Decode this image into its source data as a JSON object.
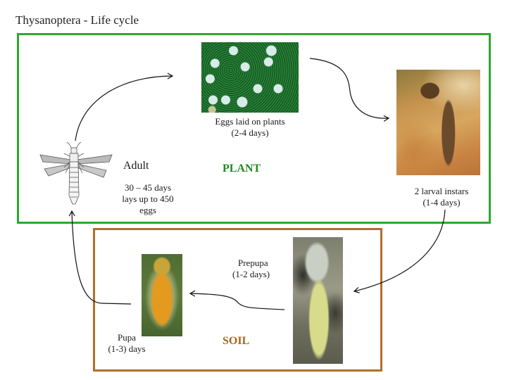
{
  "title": "Thysanoptera - Life cycle",
  "zones": {
    "plant": {
      "label": "PLANT",
      "color": "#1f8a1f",
      "border_color": "#2ea82e"
    },
    "soil": {
      "label": "SOIL",
      "color": "#a8681f",
      "border_color": "#b06f28"
    }
  },
  "stages": {
    "eggs": {
      "line1": "Eggs laid on plants",
      "line2": "(2-4 days)",
      "image": "thrips-eggs-on-leaf-photo"
    },
    "larva": {
      "line1": "2 larval instars",
      "line2": "(1-4 days)",
      "image": "thrips-larva-photo"
    },
    "prepupa": {
      "line1": "Prepupa",
      "line2": "(1-2 days)",
      "image": "thrips-prepupa-photo"
    },
    "pupa": {
      "line1": "Pupa",
      "line2": "(1-3) days",
      "image": "thrips-pupa-photo"
    },
    "adult": {
      "name": "Adult",
      "line1": "30 – 45 days",
      "line2": "lays up to 450",
      "line3": "eggs",
      "image": "thrips-adult-drawing"
    }
  },
  "flow": [
    "adult",
    "eggs",
    "larva",
    "prepupa",
    "pupa",
    "adult"
  ]
}
